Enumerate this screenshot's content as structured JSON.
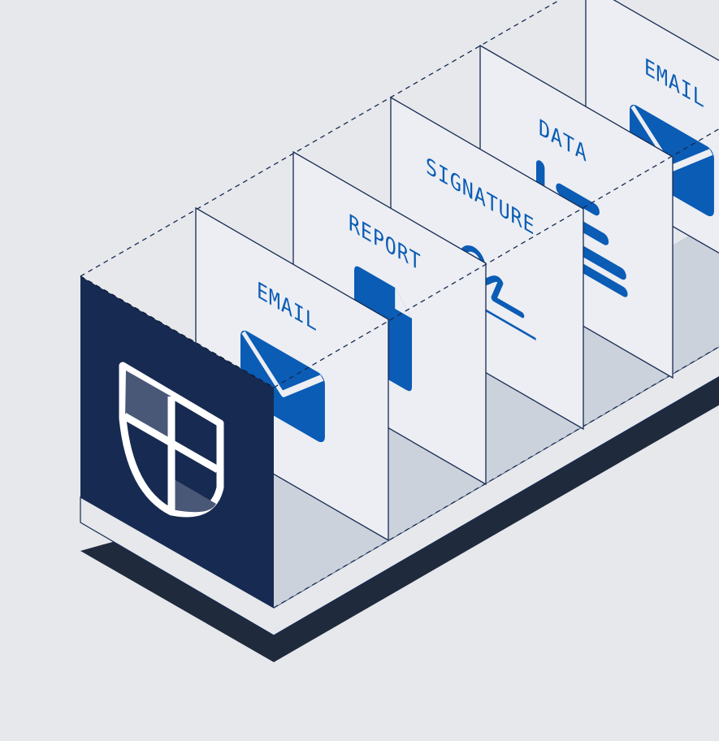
{
  "colors": {
    "background": "#e6e8ec",
    "navy": "#172a51",
    "base_shadow": "#1f2a3c",
    "panel": "#eceef3",
    "floor": "#cbd2dc",
    "accent_blue": "#0a5cb5",
    "stroke": "#172a51",
    "shield_fill": "#4a5878",
    "white": "#ffffff"
  },
  "front_panel": {
    "icon": "shield-icon"
  },
  "panels": [
    {
      "id": "email-2",
      "label": "EMAIL",
      "icon": "envelope-icon"
    },
    {
      "id": "data",
      "label": "DATA",
      "icon": "data-chart-icon"
    },
    {
      "id": "signature",
      "label": "SIGNATURE",
      "icon": "signature-icon"
    },
    {
      "id": "report",
      "label": "REPORT",
      "icon": "document-icon"
    },
    {
      "id": "email-1",
      "label": "EMAIL",
      "icon": "envelope-icon"
    }
  ]
}
